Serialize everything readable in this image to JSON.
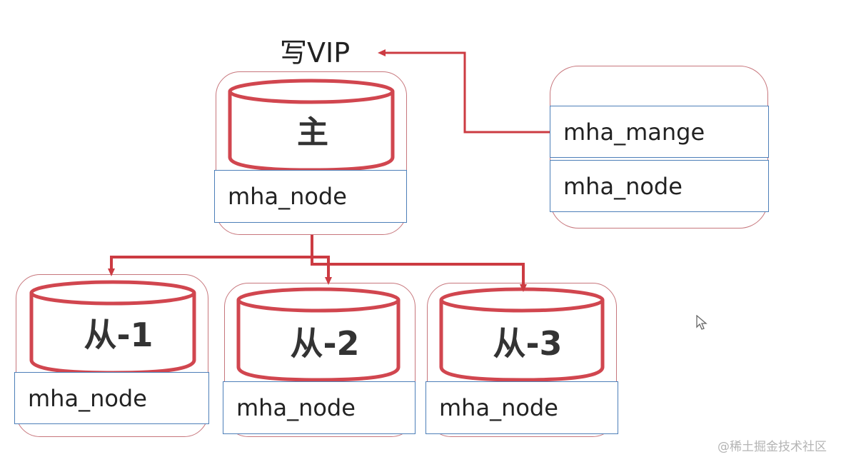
{
  "diagram": {
    "vip_label": "写VIP",
    "master": {
      "label": "主",
      "agent": "mha_node"
    },
    "manager": {
      "agent_top": "mha_mange",
      "agent_bottom": "mha_node"
    },
    "slaves": [
      {
        "label": "从-1",
        "agent": "mha_node"
      },
      {
        "label": "从-2",
        "agent": "mha_node"
      },
      {
        "label": "从-3",
        "agent": "mha_node"
      }
    ]
  },
  "watermark": "@稀土掘金技术社区",
  "colors": {
    "db_stroke": "#d1464f",
    "group_stroke": "#c7767c",
    "agent_stroke": "#4d7fb8",
    "arrow": "#cc3b42",
    "watermark": "#b4b4b4"
  },
  "icons": {
    "cursor": "mouse-pointer-icon",
    "database": "database-cylinder-icon",
    "arrow": "arrowhead-icon"
  }
}
